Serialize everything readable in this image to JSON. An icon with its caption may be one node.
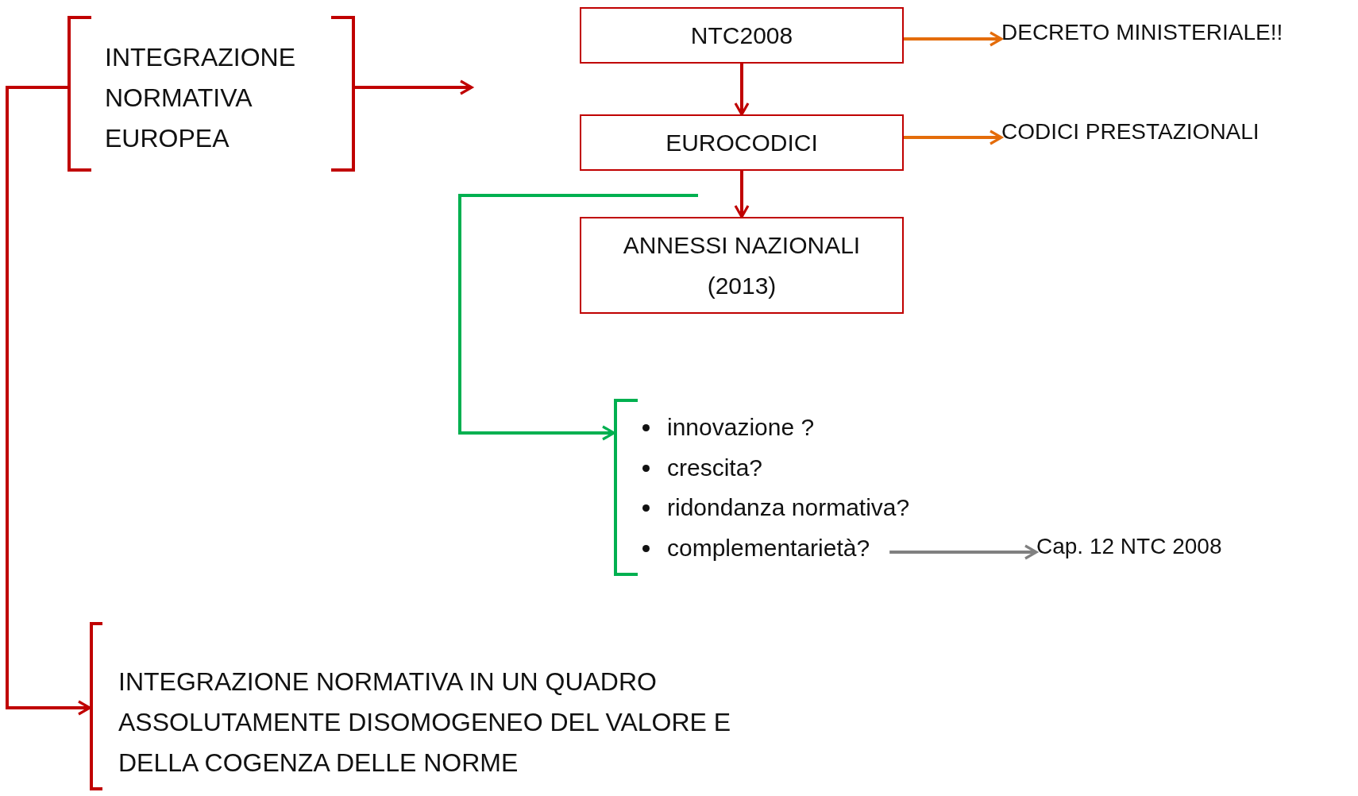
{
  "diagram": {
    "nodes": [
      {
        "text": [
          "INTEGRAZIONE NORMATIVA EUROPEA"
        ]
      },
      {
        "text": [
          "NTC2008"
        ]
      },
      {
        "text": [
          "EUROCODICI"
        ]
      },
      {
        "text": [
          "ANNESSI NAZIONALI (2013)"
        ]
      },
      {
        "text": [
          "DECRETO MINISTERIALE!!"
        ]
      },
      {
        "text": [
          "CODICI PRESTAZIONALI"
        ]
      },
      {
        "text": [],
        "shape": "bracket"
      },
      {
        "text": [
          "innovazione ?"
        ],
        "in": 6
      },
      {
        "text": [
          "crescita?"
        ],
        "in": 6
      },
      {
        "text": [
          "ridondanza normativa?"
        ],
        "in": 6
      },
      {
        "text": [
          "complementarietà?"
        ],
        "in": 6
      },
      {
        "text": [
          "Cap. 12 NTC 2008"
        ]
      },
      {
        "text": [
          "INTEGRAZIONE NORMATIVA IN UN QUADRO ASSOLUTAMENTE DISOMOGENEO DEL VALORE E DELLA COGENZA DELLE NORME"
        ]
      }
    ],
    "edges": [
      {
        "from": 0,
        "to": null,
        "arrow": "to"
      },
      {
        "from": 1,
        "to": 2,
        "arrow": "to"
      },
      {
        "from": 2,
        "to": 3,
        "arrow": "to"
      },
      {
        "from": 1,
        "to": 4,
        "arrow": "to",
        "color": "#e46c0a"
      },
      {
        "from": 2,
        "to": 5,
        "arrow": "to",
        "color": "#e46c0a"
      },
      {
        "from": null,
        "to": 6,
        "arrow": "to",
        "color": "#00b050"
      },
      {
        "from": 10,
        "to": 11,
        "arrow": "to",
        "color": "#808080"
      },
      {
        "from": 0,
        "to": 12,
        "arrow": "to"
      }
    ]
  }
}
